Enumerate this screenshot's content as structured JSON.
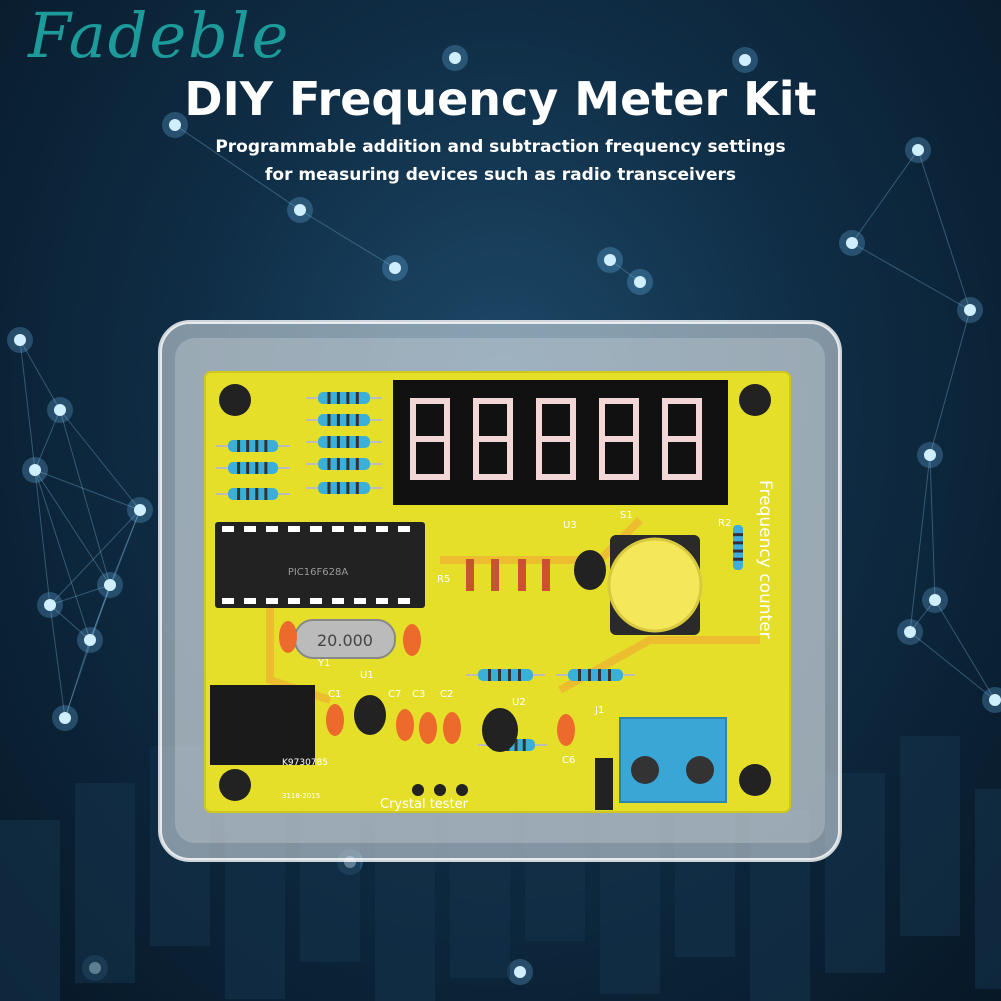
{
  "watermark": "Fadeble",
  "header": {
    "title": "DIY Frequency Meter Kit",
    "subtitle_line1": "Programmable addition and subtraction frequency settings",
    "subtitle_line2": "for measuring devices such as radio transceivers"
  },
  "pcb": {
    "side_label": "Frequency counter",
    "crystal_label": "20.000",
    "chip_label": "PIC16F628A",
    "bottom_label": "Crystal tester",
    "part_code": "K9730785",
    "date_code": "3118-2015",
    "refs": [
      "U3",
      "S1",
      "R2",
      "R5",
      "Y1",
      "U1",
      "C1",
      "C7",
      "C3",
      "C2",
      "U2",
      "J1",
      "C6"
    ]
  },
  "colors": {
    "background": "#0f2d45",
    "pcb": "#e6df2a",
    "display_segments": "#f3d6d6",
    "button": "#f4e85a",
    "terminal": "#3aa6d6",
    "watermark": "#1d9a9a"
  }
}
